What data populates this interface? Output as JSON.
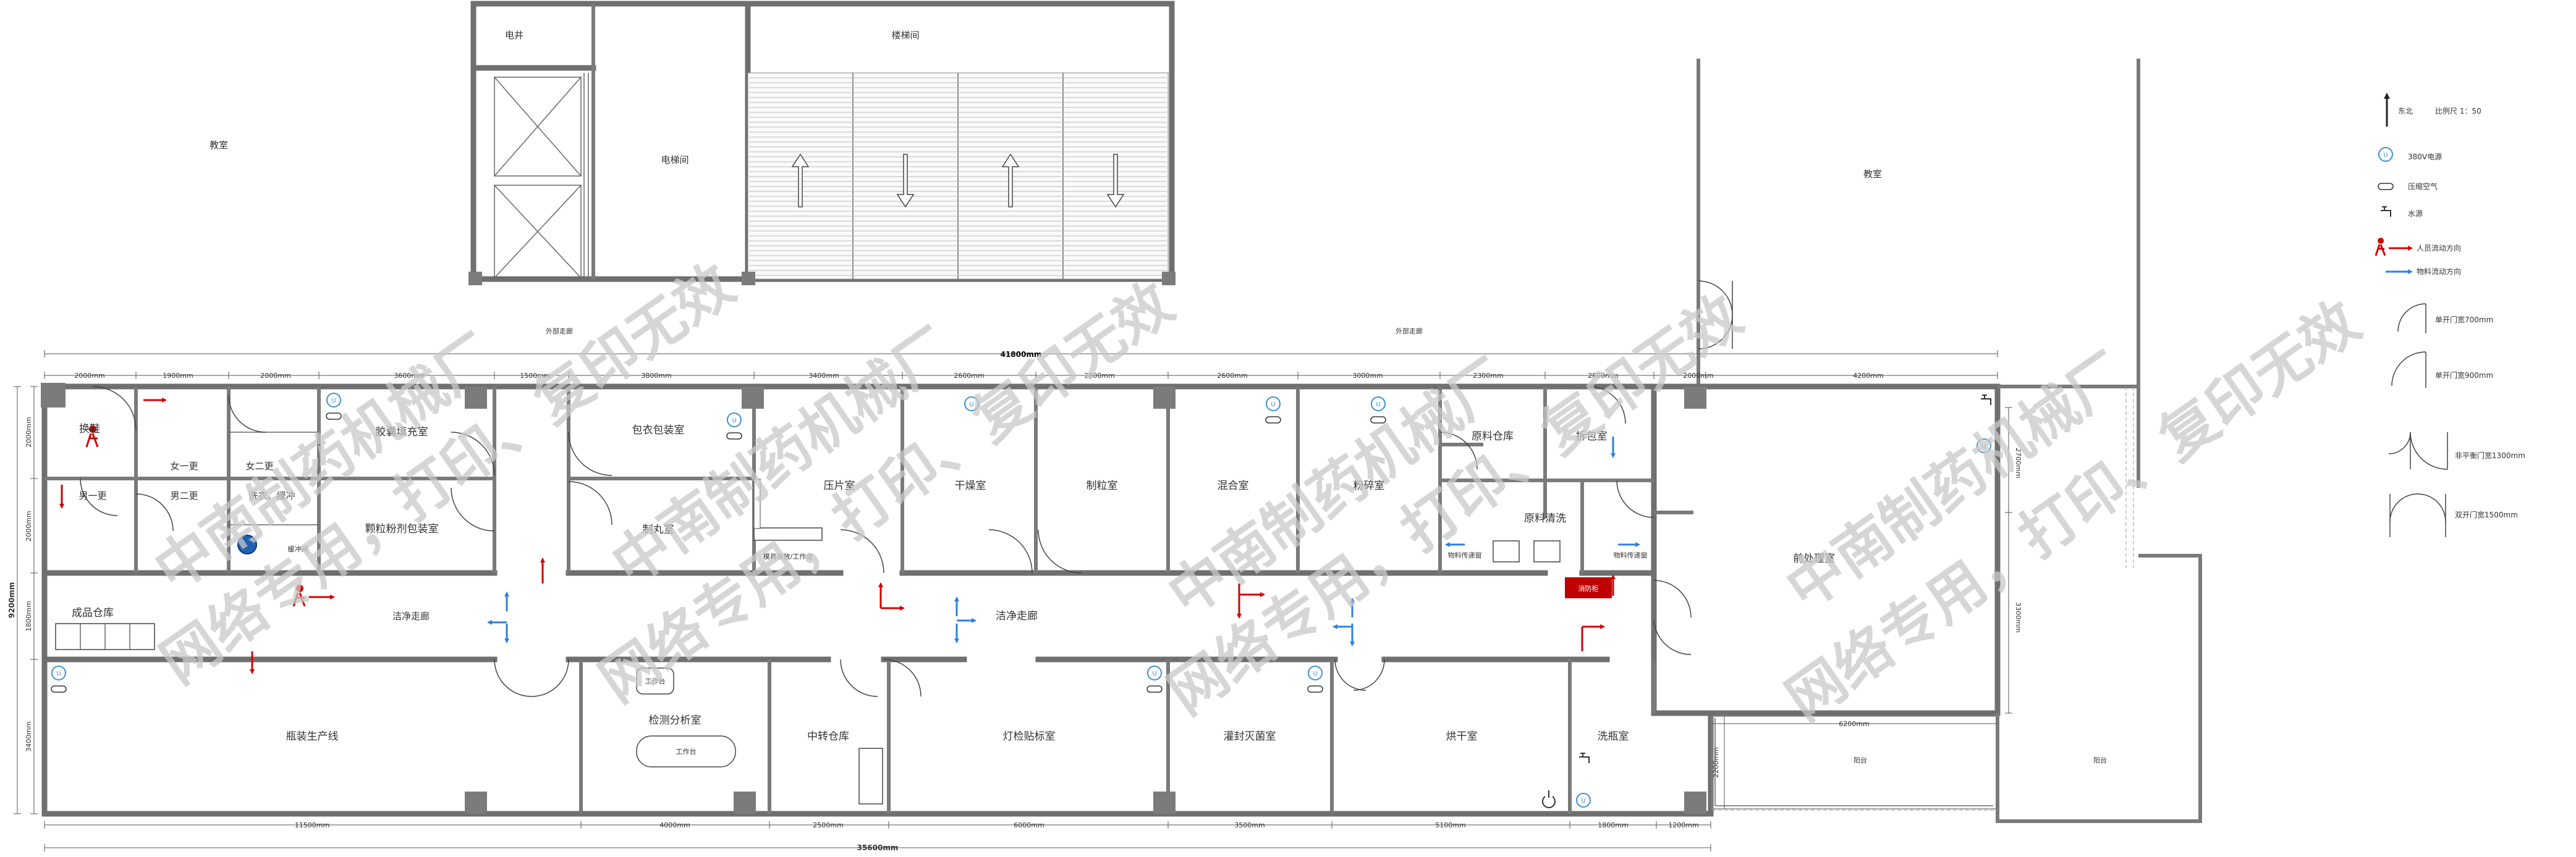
{
  "rooms": {
    "top_left_classroom": "教室",
    "elevator_shaft": "电井",
    "elevator_room": "电梯间",
    "stairwell": "楼梯间",
    "right_classroom": "教室",
    "external_corridor_left": "外部走廊",
    "external_corridor_right": "外部走廊",
    "changing_shoes": "换鞋",
    "first_change": "男一更",
    "women_first_change": "女一更",
    "second_change": "男二更",
    "women_second_change": "女二更",
    "wash_disinfect": "洗衣、缓冲",
    "buffer": "缓冲间",
    "capsule_filling": "胶囊填充室",
    "granule_packing": "颗粒粉剂包装室",
    "coating_packing": "包衣包装室",
    "pill_making": "制丸室",
    "mold_cleaning": "模具存放/工作台",
    "tablet_press": "压片室",
    "drying": "干燥室",
    "granulation": "制粒室",
    "mixing": "混合室",
    "crushing": "粉碎室",
    "raw_material_warehouse": "原料仓库",
    "unpacking": "拆包室",
    "material_cleaning": "原料清洗",
    "material_transfer_left": "物料传递窗",
    "material_transfer_right": "物料传递窗",
    "fire_cabinet": "消防柜",
    "pretreatment": "前处理室",
    "finished_warehouse": "成品仓库",
    "clean_corridor_left": "洁净走廊",
    "clean_corridor_main": "洁净走廊",
    "bottle_line": "瓶装生产线",
    "inspection_lab": "检测分析室",
    "workbench_1": "工作台",
    "workbench_2": "工作台",
    "intermediate_warehouse": "中转仓库",
    "light_inspection": "灯检贴标室",
    "sealing_sterilization": "灌封灭菌室",
    "oven": "烘干室",
    "bottle_washing": "洗瓶室",
    "balcony_left": "阳台",
    "balcony_right": "阳台"
  },
  "dims": {
    "top_total": "41800mm",
    "top_segments": [
      "2000mm",
      "1900mm",
      "2000mm",
      "3600mm",
      "1500mm",
      "3800mm",
      "3400mm",
      "2600mm",
      "2800mm",
      "2600mm",
      "3000mm",
      "2300mm",
      "2800mm",
      "2000mm",
      "4200mm"
    ],
    "bottom_segments": [
      "11500mm",
      "4000mm",
      "2500mm",
      "6000mm",
      "3500mm",
      "5100mm",
      "1800mm",
      "1200mm"
    ],
    "bottom_total": "35600mm",
    "left_segments": [
      "2000mm",
      "2000mm",
      "1800mm",
      "3400mm"
    ],
    "left_total": "9200mm",
    "right_upper": "2700mm",
    "right_lower": "3300mm",
    "balcony_width": "6200mm",
    "balcony_height": "2200mm"
  },
  "legend": {
    "north": "东北",
    "scale": "比例尺 1：50",
    "power": "380V电源",
    "air": "压缩空气",
    "water": "水源",
    "people_flow": "人员流动方向",
    "material_flow": "物料流动方向",
    "door_700": "单开门宽700mm",
    "door_900": "单开门宽900mm",
    "door_1300": "非平衡门宽1300mm",
    "door_1500": "双开门宽1500mm"
  },
  "watermarks": {
    "line1": "中南制药机械厂",
    "line2": "网络专用，打印、复印无效"
  },
  "colors": {
    "wall": "#6f6f6f",
    "people_flow": "#d40000",
    "material_flow": "#2f7fe0",
    "fire_cabinet": "#c00000",
    "outlet": "#3c8fd8"
  }
}
